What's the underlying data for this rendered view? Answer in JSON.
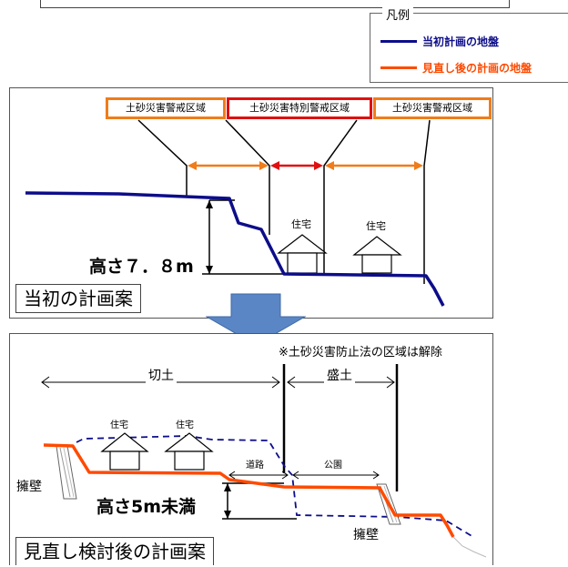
{
  "legend": {
    "title": "凡例",
    "items": [
      {
        "label": "当初計画の地盤",
        "color": "#0d0d8a"
      },
      {
        "label": "見直し後の計画の地盤",
        "color": "#ff4a00"
      }
    ]
  },
  "panel1": {
    "zone_left": "土砂災害警戒区域",
    "zone_center": "土砂災害特別警戒区域",
    "zone_right": "土砂災害警戒区域",
    "house1": "住宅",
    "house2": "住宅",
    "height_label": "高さ７．８m",
    "caption": "当初の計画案"
  },
  "panel2": {
    "note": "※土砂災害防止法の区域は解除",
    "cut_label": "切土",
    "fill_label": "盛土",
    "house1": "住宅",
    "house2": "住宅",
    "road_label": "道路",
    "park_label": "公園",
    "wall_left": "擁壁",
    "wall_right": "擁壁",
    "height_label": "高さ5m未満",
    "caption": "見直し検討後の計画案"
  },
  "colors": {
    "initial_ground": "#0d0d8a",
    "revised_ground": "#ff4a00",
    "warning_zone_border": "#f07c1a",
    "special_zone_border": "#e01010",
    "arrow_down": "#5b86c5"
  }
}
